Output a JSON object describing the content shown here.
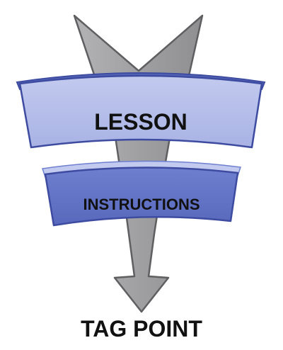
{
  "diagram": {
    "top_band_label": "LESSON",
    "middle_band_label": "INSTRUCTIONS",
    "bottom_label": "TAG POINT",
    "colors": {
      "arrow_fill": "#a3a3a5",
      "arrow_stroke": "#5f5f61",
      "band_light": "#b4bde8",
      "band_mid": "#8593d6",
      "band_dark": "#5465b7",
      "band_stroke": "#3d4ba0",
      "text": "#111111"
    },
    "icons": [
      "funnel-arrow-icon"
    ]
  }
}
